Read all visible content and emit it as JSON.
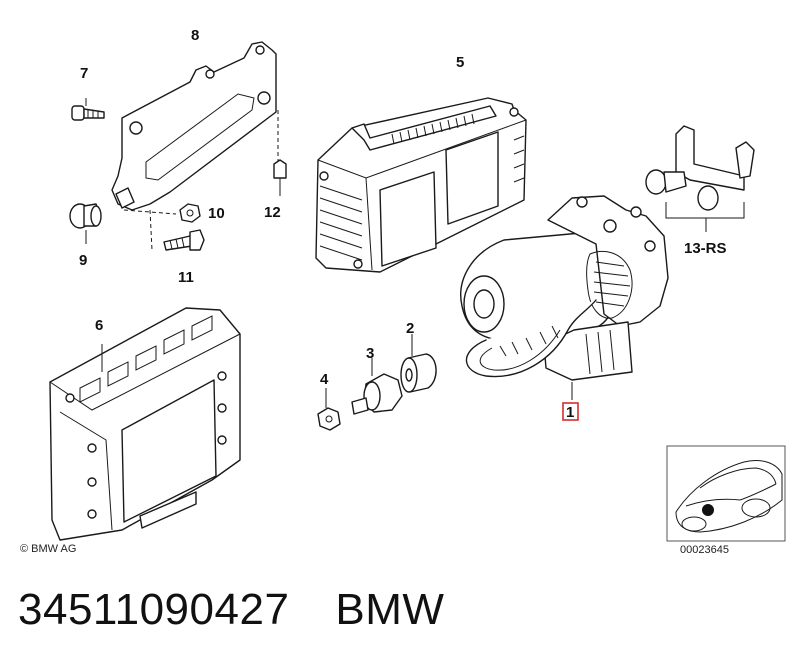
{
  "callouts": {
    "c1": "1",
    "c2": "2",
    "c3": "3",
    "c4": "4",
    "c5": "5",
    "c6": "6",
    "c7": "7",
    "c8": "8",
    "c9": "9",
    "c10": "10",
    "c11": "11",
    "c12": "12",
    "c13": "13-RS"
  },
  "highlight_color": "#d32f2f",
  "copyright": "© BMW AG",
  "thumbnail_code": "00023645",
  "caption": {
    "part_number": "34511090427",
    "brand": "BMW"
  }
}
